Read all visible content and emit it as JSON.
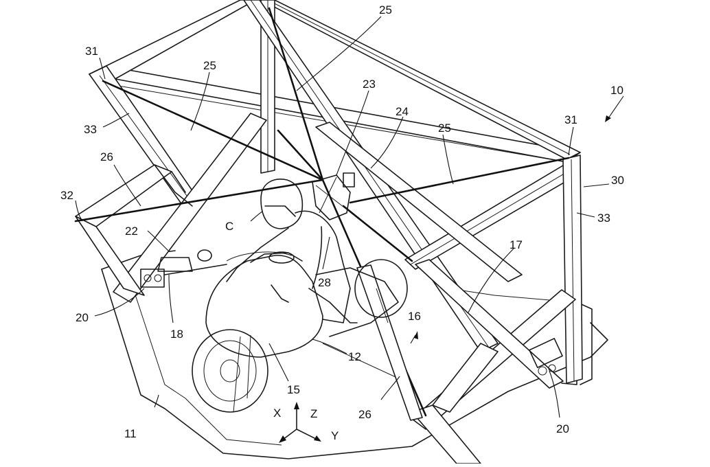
{
  "figure": {
    "labels": {
      "device": "10",
      "floor": "11",
      "motorcycle": "12",
      "front_fork": "15",
      "motion_system": "16",
      "platform": "17",
      "handlebar": "18",
      "actuator_left": "20",
      "actuator_right": "20",
      "handlebar_unit": "22",
      "hub": "23",
      "hub_mount": "24",
      "cable_top": "25",
      "cable_left": "25",
      "cable_right": "25",
      "strut_left": "26",
      "strut_front": "26",
      "rider_torso": "28",
      "frame": "30",
      "corner_left": "31",
      "corner_right": "31",
      "corner_lower": "32",
      "post_left": "33",
      "post_right": "33",
      "rider": "C"
    },
    "axes": {
      "x": "X",
      "y": "Y",
      "z": "Z"
    }
  }
}
